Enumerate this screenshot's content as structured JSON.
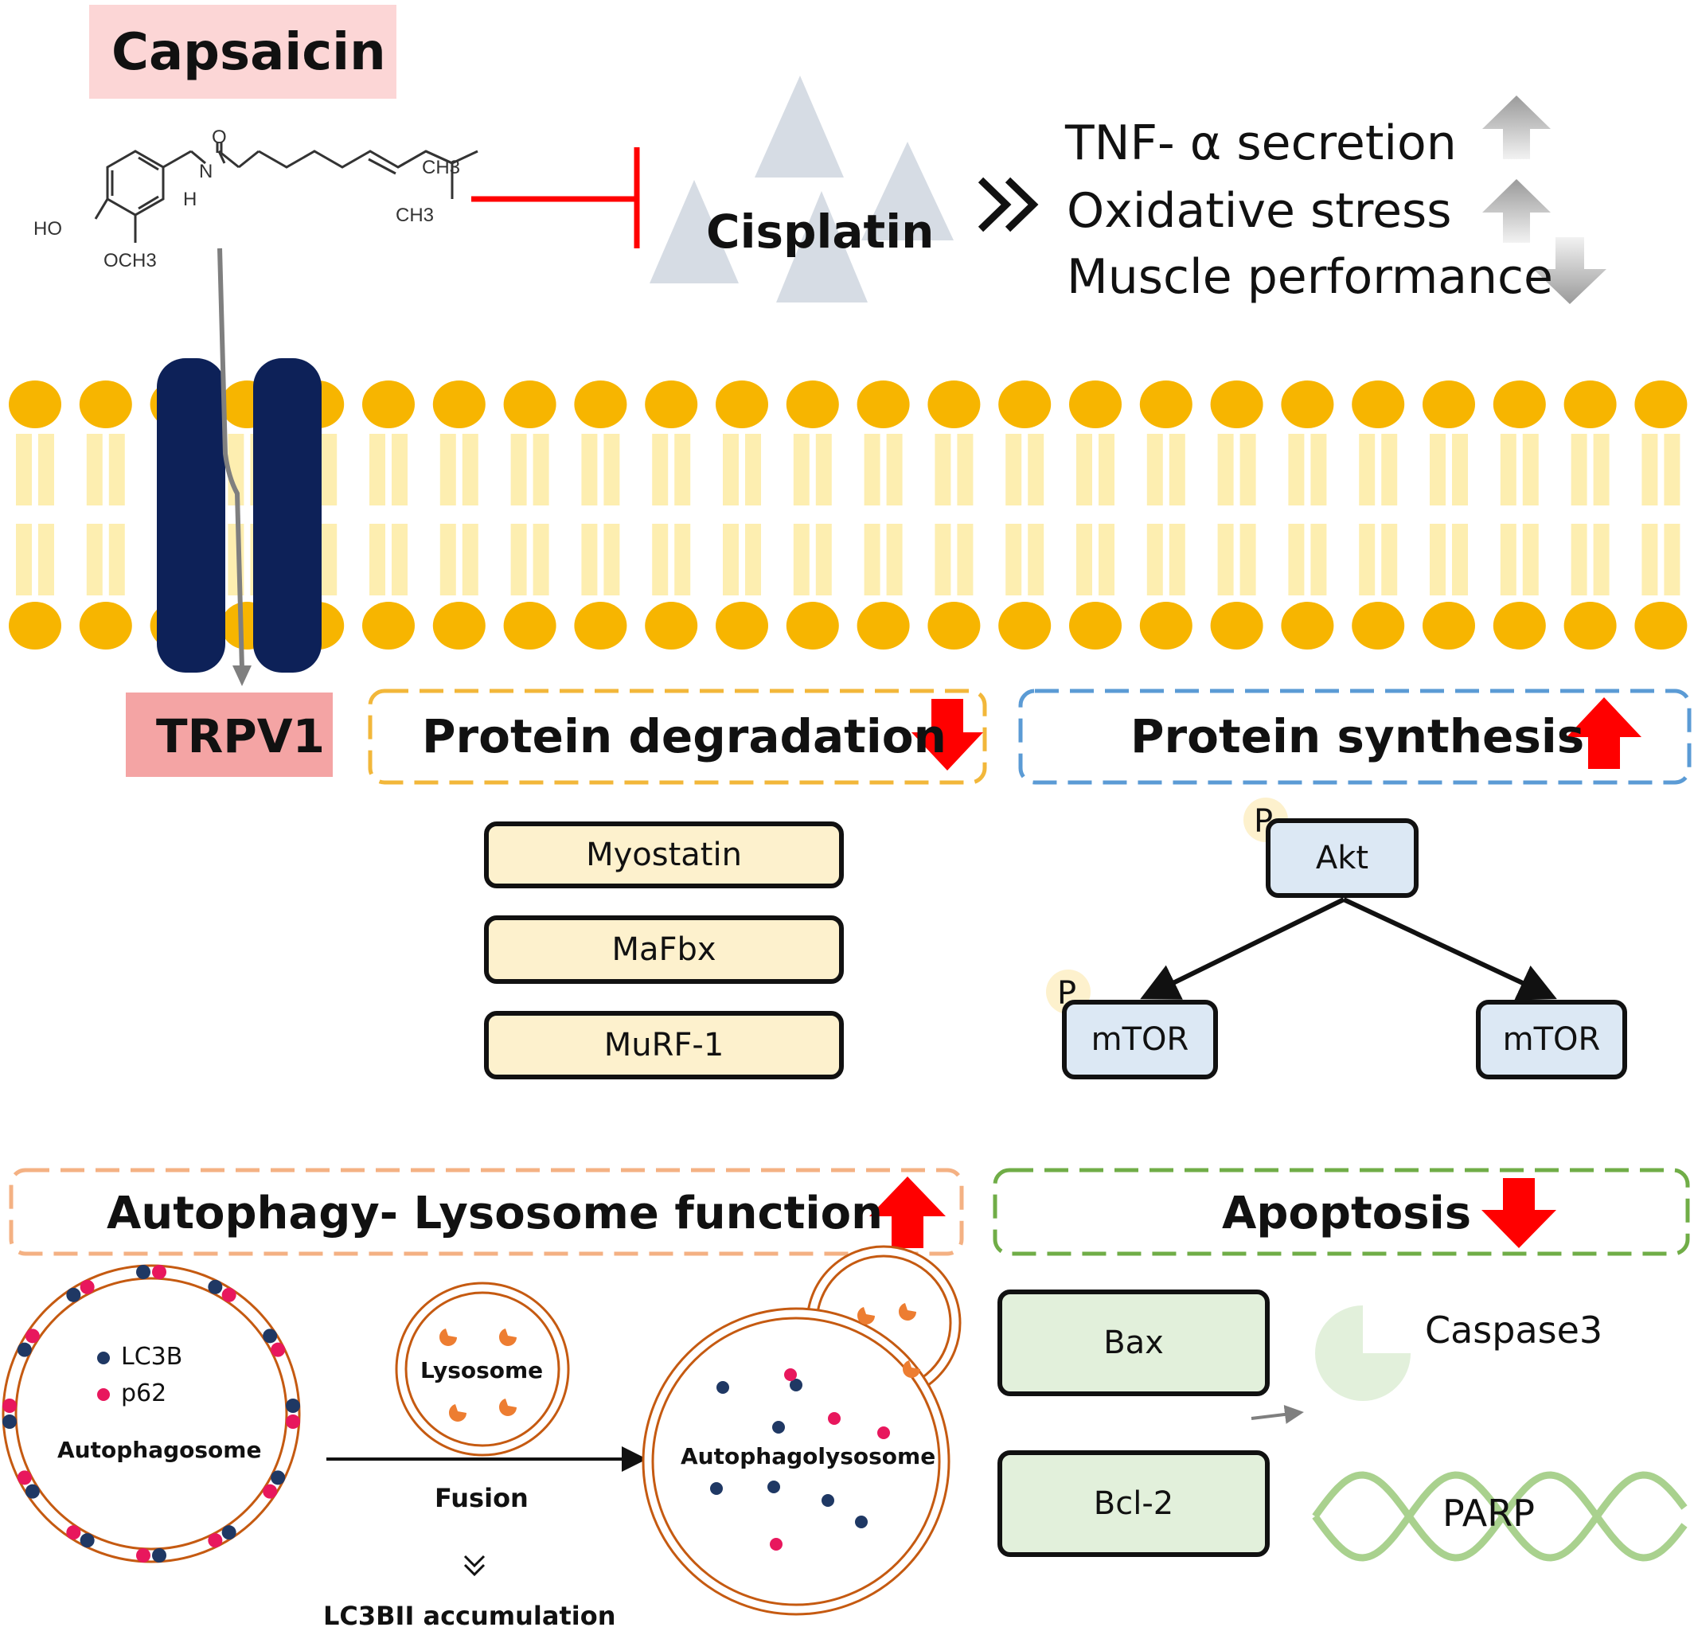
{
  "capsaicin": {
    "label": "Capsaicin",
    "atoms": {
      "o": "O",
      "n": "N",
      "h": "H",
      "ch3a": "CH3",
      "ch3b": "CH3",
      "ho": "HO",
      "och3": "OCH3"
    }
  },
  "cisplatin": {
    "label": "Cisplatin"
  },
  "effects": [
    {
      "label": "TNF- α secretion",
      "direction": "up"
    },
    {
      "label": "Oxidative stress",
      "direction": "up"
    },
    {
      "label": "Muscle performance",
      "direction": "down"
    }
  ],
  "trpv1": {
    "label": "TRPV1"
  },
  "degradation": {
    "title": "Protein degradation",
    "direction": "down",
    "items": [
      "Myostatin",
      "MaFbx",
      "MuRF-1"
    ]
  },
  "synthesis": {
    "title": "Protein synthesis",
    "direction": "up",
    "akt": "Akt",
    "mtor_p": "mTOR",
    "mtor": "mTOR",
    "p": "P"
  },
  "autophagy": {
    "title": "Autophagy- Lysosome function",
    "direction": "up",
    "legend": {
      "lc3b": "LC3B",
      "p62": "p62"
    },
    "autophagosome": "Autophagosome",
    "lysosome": "Lysosome",
    "autophagolysosome": "Autophagolysosome",
    "fusion": "Fusion",
    "accumulation": "LC3BII  accumulation"
  },
  "apoptosis": {
    "title": "Apoptosis",
    "direction": "down",
    "bax": "Bax",
    "bcl2": "Bcl-2",
    "caspase": "Caspase3",
    "parp": "PARP"
  },
  "colors": {
    "red": "#ff0000",
    "membrane_head": "#f7b500",
    "membrane_tail": "#fdeeb0",
    "channel": "#0d2158",
    "degradation_border": "#f2b73a",
    "synthesis_border": "#5b9bd5",
    "autophagy_border": "#f4b183",
    "apoptosis_border": "#70ad47"
  }
}
